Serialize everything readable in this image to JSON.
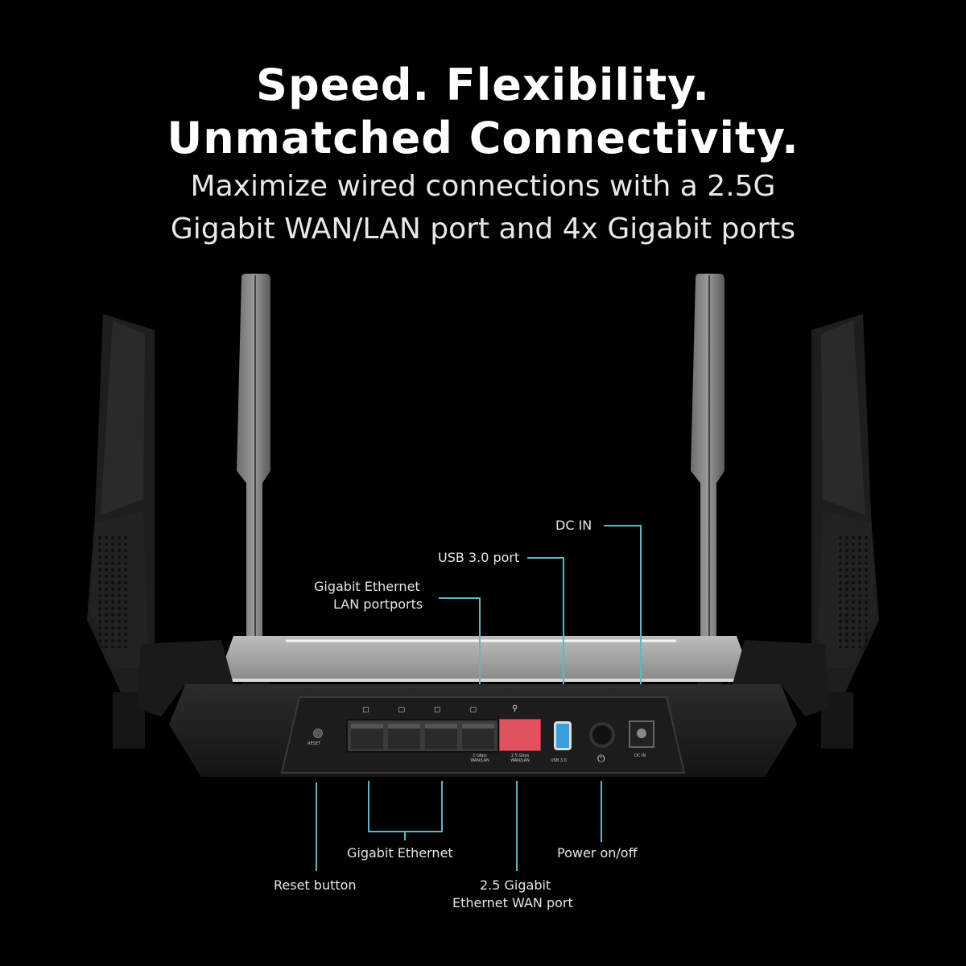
{
  "headline": {
    "line1": "Speed. Flexibility.",
    "line2": "Unmatched Connectivity."
  },
  "subheadline": {
    "line1": "Maximize wired connections with a 2.5G",
    "line2": "Gigabit WAN/LAN port and 4x Gigabit ports"
  },
  "callouts": {
    "dc_in": "DC IN",
    "usb": "USB 3.0 port",
    "lan_top_1": "Gigabit Ethernet",
    "lan_top_2": "LAN portports",
    "gigabit_ethernet": "Gigabit Ethernet",
    "power": "Power on/off",
    "reset": "Reset button",
    "wan_1": "2.5 Gigabit",
    "wan_2": "Ethernet WAN port"
  },
  "device_labels": {
    "reset": "RESET",
    "lan_speed": "1 Gbps WAN/LAN",
    "wan_speed": "2.5 Gbps WAN/LAN",
    "usb": "USB 3.0",
    "dc": "DC IN"
  },
  "colors": {
    "background": "#000000",
    "callout_line": "#5fb7c4",
    "wan_port": "#e0525e",
    "usb_port": "#3a9fd8"
  }
}
